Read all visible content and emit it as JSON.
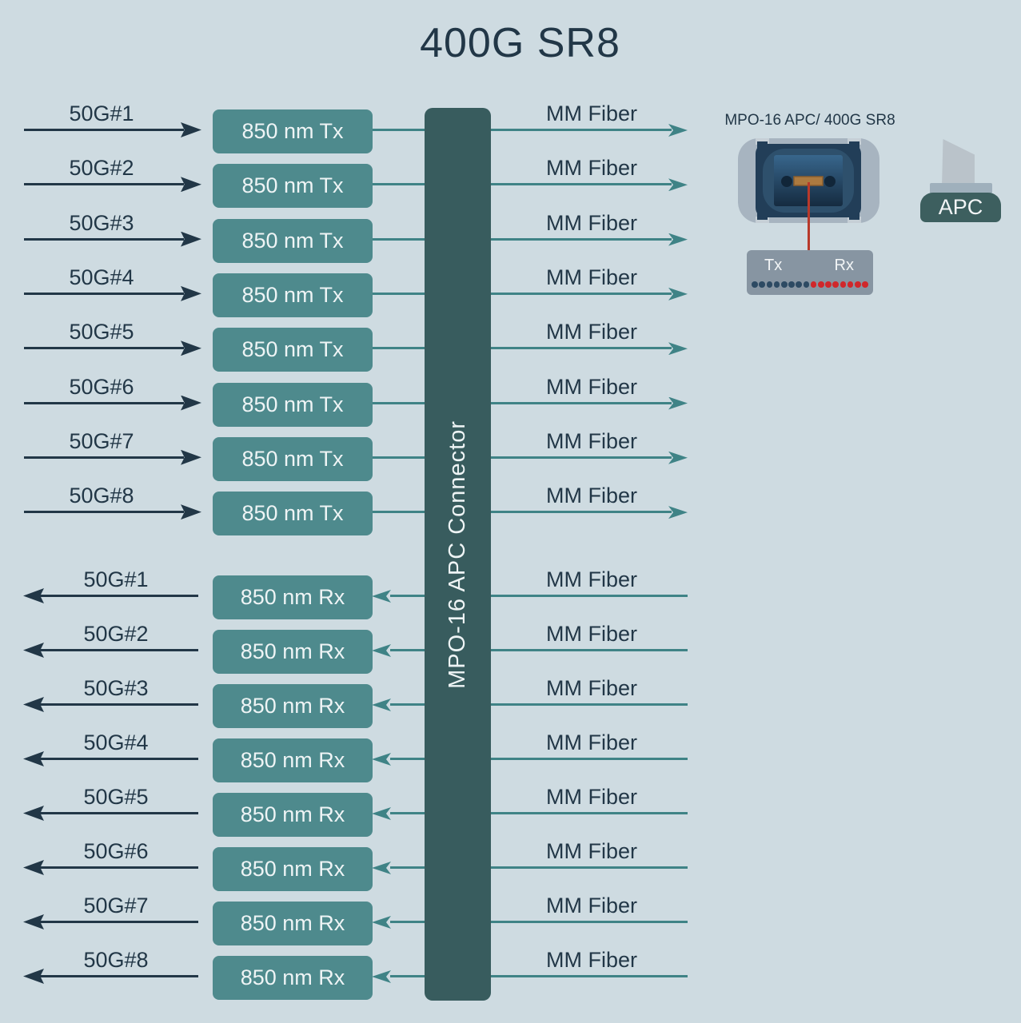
{
  "title": "400G SR8",
  "colors": {
    "background": "#cedbe1",
    "ink": "#223747",
    "box_teal": "#4e8a8d",
    "bar_teal": "#385c5e",
    "line_teal": "#3f8386",
    "box_text": "#eef4f5",
    "red": "#b8392b",
    "pin_navy": "#2d4a63",
    "pin_red": "#d0272b",
    "pinbox_gray": "#8795a2"
  },
  "connector_bar": {
    "label": "MPO-16 APC Connector"
  },
  "tx": {
    "rows": [
      {
        "signal": "50G#1",
        "box": "850 nm Tx",
        "fiber": "MM Fiber"
      },
      {
        "signal": "50G#2",
        "box": "850 nm Tx",
        "fiber": "MM Fiber"
      },
      {
        "signal": "50G#3",
        "box": "850 nm Tx",
        "fiber": "MM Fiber"
      },
      {
        "signal": "50G#4",
        "box": "850 nm Tx",
        "fiber": "MM Fiber"
      },
      {
        "signal": "50G#5",
        "box": "850 nm Tx",
        "fiber": "MM Fiber"
      },
      {
        "signal": "50G#6",
        "box": "850 nm Tx",
        "fiber": "MM Fiber"
      },
      {
        "signal": "50G#7",
        "box": "850 nm Tx",
        "fiber": "MM Fiber"
      },
      {
        "signal": "50G#8",
        "box": "850 nm Tx",
        "fiber": "MM Fiber"
      }
    ]
  },
  "rx": {
    "rows": [
      {
        "signal": "50G#1",
        "box": "850 nm Rx",
        "fiber": "MM Fiber"
      },
      {
        "signal": "50G#2",
        "box": "850 nm Rx",
        "fiber": "MM Fiber"
      },
      {
        "signal": "50G#3",
        "box": "850 nm Rx",
        "fiber": "MM Fiber"
      },
      {
        "signal": "50G#4",
        "box": "850 nm Rx",
        "fiber": "MM Fiber"
      },
      {
        "signal": "50G#5",
        "box": "850 nm Rx",
        "fiber": "MM Fiber"
      },
      {
        "signal": "50G#6",
        "box": "850 nm Rx",
        "fiber": "MM Fiber"
      },
      {
        "signal": "50G#7",
        "box": "850 nm Rx",
        "fiber": "MM Fiber"
      },
      {
        "signal": "50G#8",
        "box": "850 nm Rx",
        "fiber": "MM Fiber"
      }
    ]
  },
  "mpo": {
    "caption": "MPO-16 APC/ 400G SR8",
    "pinout": {
      "tx_label": "Tx",
      "rx_label": "Rx",
      "tx_pin_count": 8,
      "rx_pin_count": 8
    },
    "apc_label": "APC"
  }
}
